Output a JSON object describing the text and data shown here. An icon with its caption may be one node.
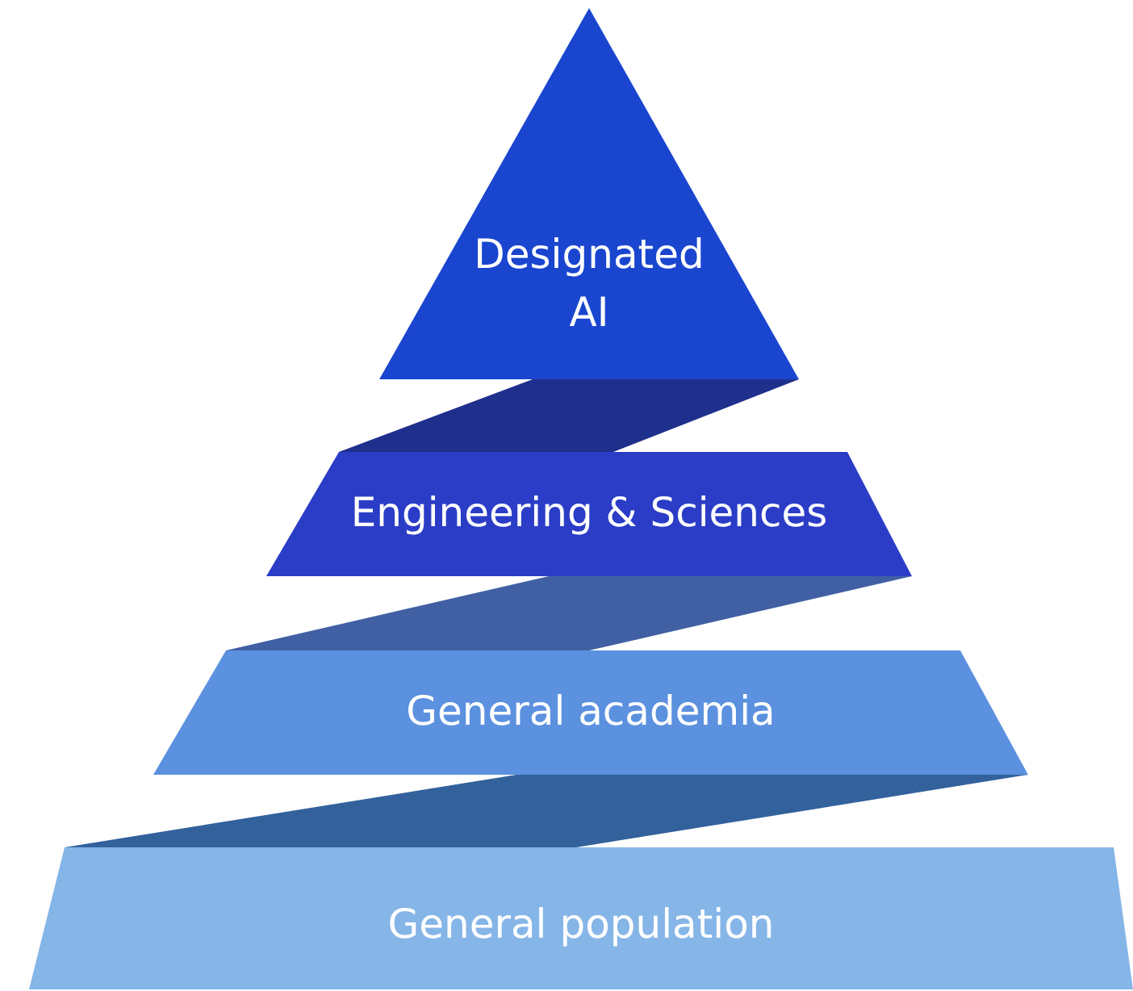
{
  "diagram": {
    "nodes": [
      {
        "text": [
          "Designated AI"
        ]
      },
      {
        "text": [],
        "shape": "band"
      },
      {
        "text": [
          "Engineering & Sciences"
        ]
      },
      {
        "text": [],
        "shape": "band"
      },
      {
        "text": [
          "General academia"
        ]
      },
      {
        "text": [],
        "shape": "band"
      },
      {
        "text": [
          "General population"
        ]
      }
    ]
  }
}
